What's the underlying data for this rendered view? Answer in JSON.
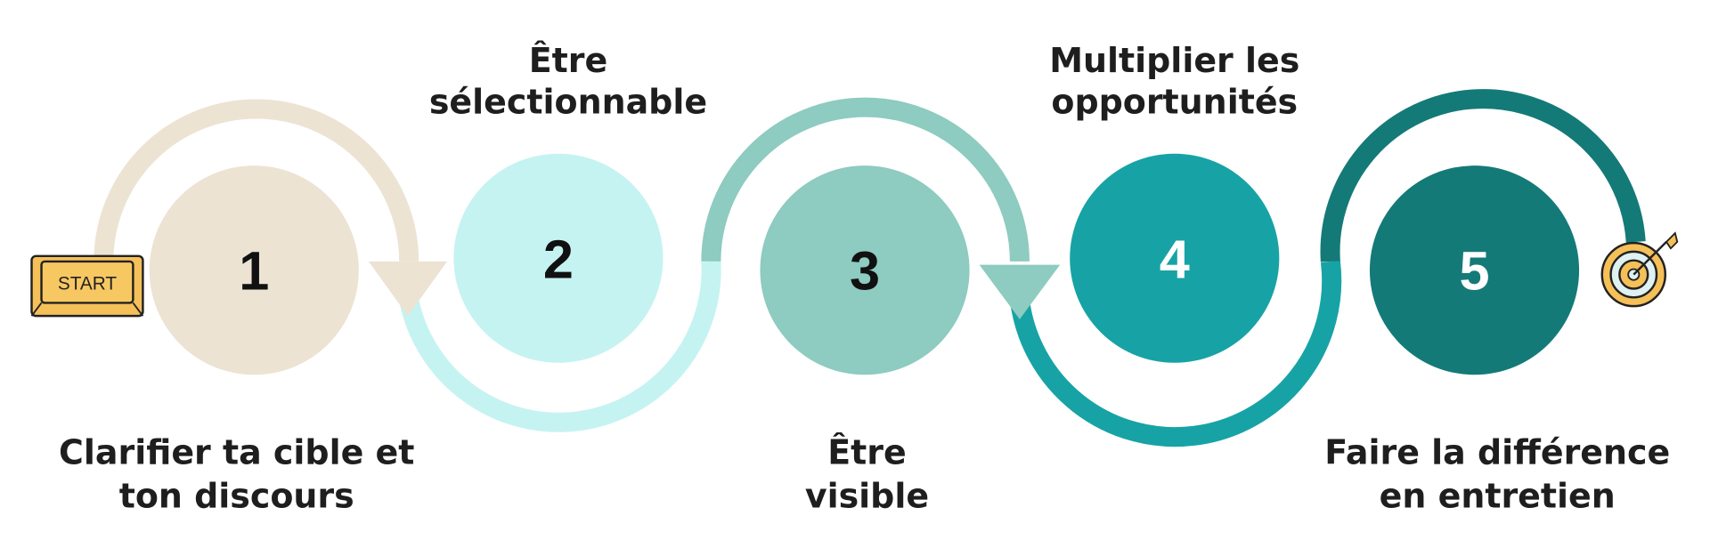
{
  "start_key": {
    "label": "START"
  },
  "steps": [
    {
      "number": "1",
      "title_lines": [
        "Clarifier ta cible et",
        "ton discours"
      ],
      "color": "#ece3d3",
      "number_color": "#111111"
    },
    {
      "number": "2",
      "title_lines": [
        "Être",
        "sélectionnable"
      ],
      "color": "#c5f3f2",
      "number_color": "#111111"
    },
    {
      "number": "3",
      "title_lines": [
        "Être",
        "visible"
      ],
      "color": "#8ecbc0",
      "number_color": "#111111"
    },
    {
      "number": "4",
      "title_lines": [
        "Multiplier les",
        "opportunités"
      ],
      "color": "#17a3a5",
      "number_color": "#ffffff"
    },
    {
      "number": "5",
      "title_lines": [
        "Faire la différence",
        "en entretien"
      ],
      "color": "#147a78",
      "number_color": "#ffffff"
    }
  ],
  "end_icon": "target-icon"
}
